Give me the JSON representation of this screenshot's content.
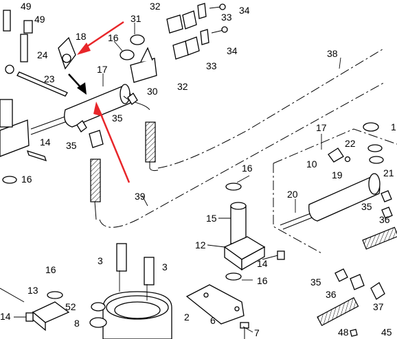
{
  "diagram": {
    "callout_labels": [
      "49",
      "49",
      "24",
      "18",
      "23",
      "17",
      "31",
      "16",
      "32",
      "33",
      "34",
      "33",
      "34",
      "30",
      "32",
      "35",
      "35",
      "14",
      "16",
      "38",
      "39",
      "17",
      "1",
      "22",
      "10",
      "21",
      "19",
      "16",
      "20",
      "35",
      "36",
      "15",
      "12",
      "14",
      "16",
      "3",
      "3",
      "13",
      "16",
      "52",
      "8",
      "2",
      "6",
      "7",
      "14",
      "35",
      "36",
      "37",
      "48",
      "45"
    ],
    "accent_color": "#e8262a",
    "arrow_colors": {
      "red": "#e8262a",
      "black": "#000000"
    }
  }
}
